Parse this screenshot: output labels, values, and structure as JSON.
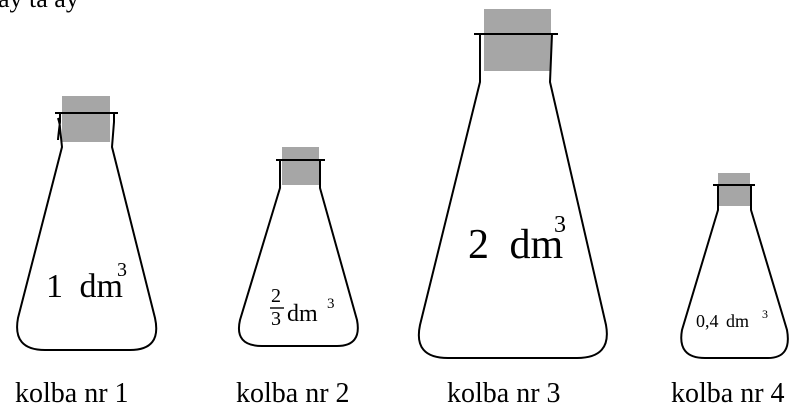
{
  "partial_top_text": "ay ta ay",
  "flasks": [
    {
      "volume": "1",
      "unit": "dm",
      "exponent": "3",
      "label": "kolba nr 1"
    },
    {
      "volume_numerator": "2",
      "volume_denominator": "3",
      "unit": "dm",
      "exponent": "3",
      "label": "kolba nr 2"
    },
    {
      "volume": "2",
      "unit": "dm",
      "exponent": "3",
      "label": "kolba nr 3"
    },
    {
      "volume": "0,4",
      "unit": "dm",
      "exponent": "3",
      "label": "kolba nr 4"
    }
  ],
  "colors": {
    "stopper": "#a6a6a6",
    "outline": "#000000",
    "background": "#ffffff"
  }
}
